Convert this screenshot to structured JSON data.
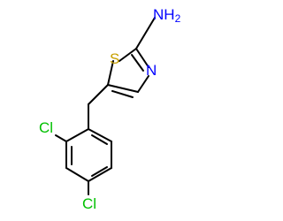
{
  "molecule": {
    "atoms": {
      "amine": {
        "element": "N",
        "hydrogen": "H",
        "hydrogen_count": "2",
        "color": "#0000ff"
      },
      "ring_sulfur": {
        "element": "S",
        "color": "#c8a000"
      },
      "ring_nitrogen": {
        "element": "N",
        "color": "#0000ff"
      },
      "chlorine_ortho": {
        "element": "Cl",
        "color": "#00c000"
      },
      "chlorine_para": {
        "element": "Cl",
        "color": "#00c000"
      }
    },
    "bond_color": "#000000"
  }
}
